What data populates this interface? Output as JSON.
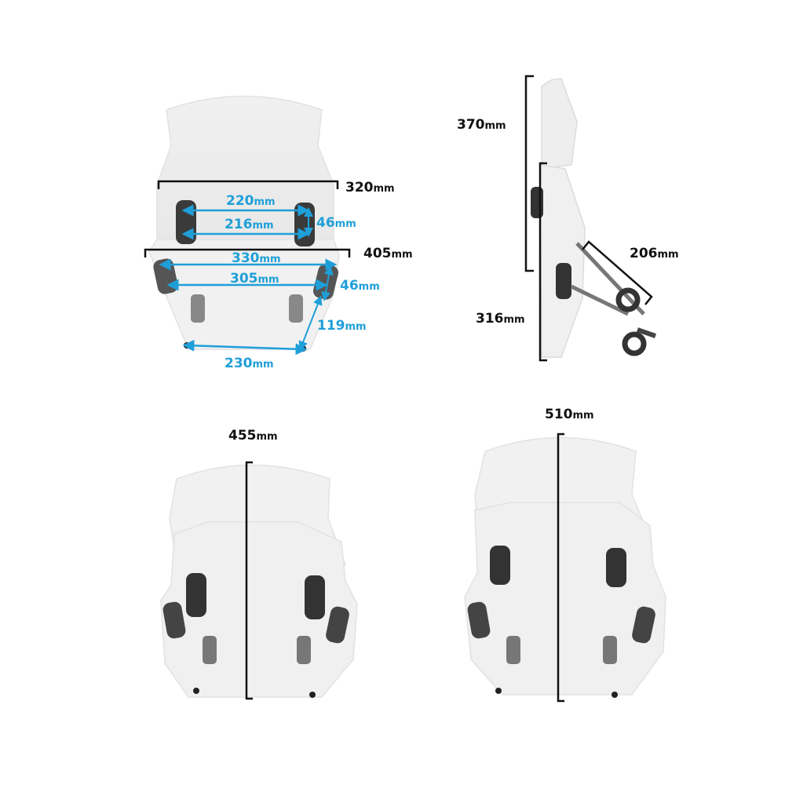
{
  "colors": {
    "dimension_black": "#111111",
    "dimension_blue": "#1f9fd8",
    "shield": "#eeeeee",
    "mount": "#3a3a3a"
  },
  "dimensions": {
    "top_mount_width": {
      "value": "320",
      "unit": "mm"
    },
    "upper_hole_outer": {
      "value": "220",
      "unit": "mm"
    },
    "upper_hole_inner": {
      "value": "216",
      "unit": "mm"
    },
    "upper_hole_height": {
      "value": "46",
      "unit": "mm"
    },
    "lower_mount_width": {
      "value": "405",
      "unit": "mm"
    },
    "lower_hole_outer": {
      "value": "330",
      "unit": "mm"
    },
    "lower_hole_inner": {
      "value": "305",
      "unit": "mm"
    },
    "lower_hole_height": {
      "value": "46",
      "unit": "mm"
    },
    "side_offset": {
      "value": "119",
      "unit": "mm"
    },
    "bottom_width": {
      "value": "230",
      "unit": "mm"
    },
    "side_upper_height": {
      "value": "370",
      "unit": "mm"
    },
    "side_lower_height": {
      "value": "316",
      "unit": "mm"
    },
    "bracket_length": {
      "value": "206",
      "unit": "mm"
    },
    "short_total_height": {
      "value": "455",
      "unit": "mm"
    },
    "tall_total_height": {
      "value": "510",
      "unit": "mm"
    }
  }
}
